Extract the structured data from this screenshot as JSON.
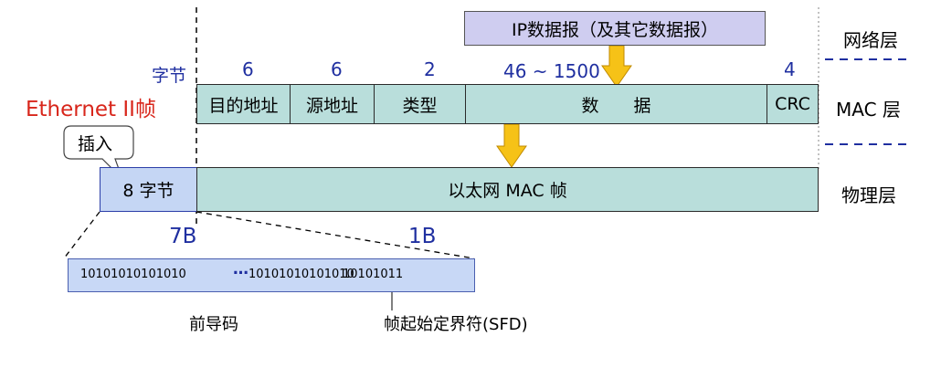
{
  "network_packet": "IP数据报（及其它数据报）",
  "layers": {
    "network": "网络层",
    "mac": "MAC 层",
    "physical": "物理层"
  },
  "bytes_label": "字节",
  "frame_title": "Ethernet II帧",
  "insert_callout": "插入",
  "field_sizes": [
    "6",
    "6",
    "2",
    "46 ~ 1500",
    "4"
  ],
  "fields": [
    "目的地址",
    "源地址",
    "类型",
    "数　　据",
    "CRC"
  ],
  "preamble_box": "8 字节",
  "ethernet_frame": "以太网 MAC 帧",
  "preamble_len": "7B",
  "sfd_len": "1B",
  "preamble_bits": "10101010101010",
  "preamble_dots": "…",
  "preamble_bits_end": "10101010101010",
  "sfd_bits": "10101011",
  "preamble_caption": "前导码",
  "sfd_caption": "帧起始定界符(SFD)"
}
